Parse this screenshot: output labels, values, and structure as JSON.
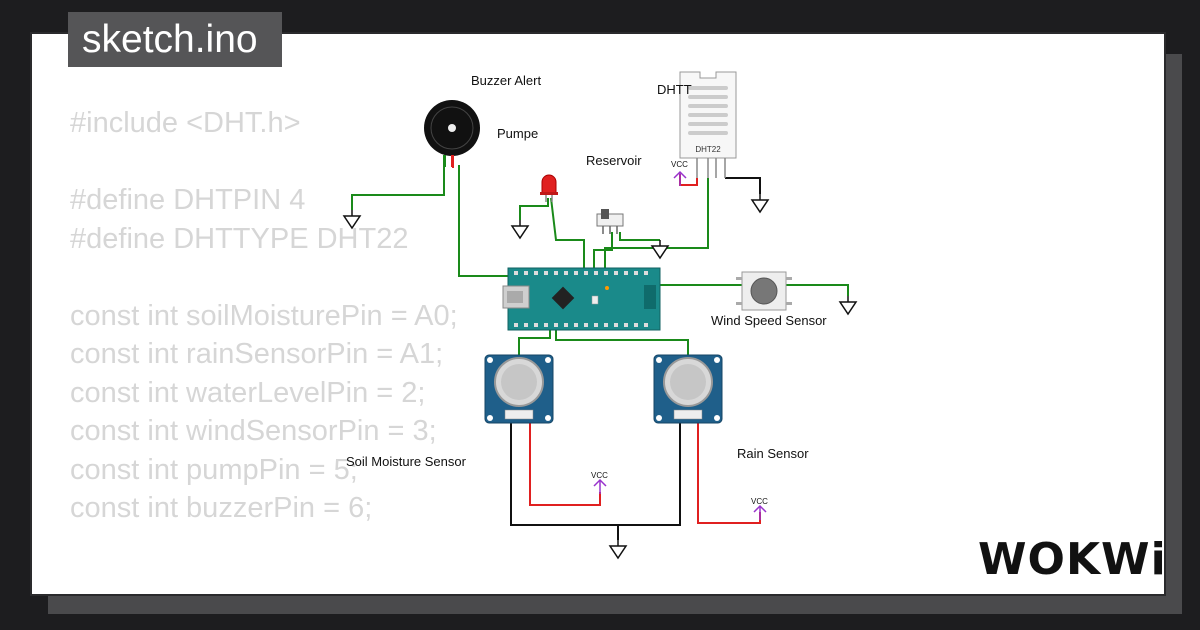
{
  "title": "sketch.ino",
  "code_lines": [
    "#include <DHT.h>",
    "",
    "#define DHTPIN 4",
    "#define DHTTYPE DHT22",
    "",
    "const int soilMoisturePin = A0;",
    "const int rainSensorPin = A1;",
    "const int waterLevelPin = 2;",
    "const int windSensorPin = 3;",
    "const int pumpPin = 5;",
    "const int buzzerPin = 6;"
  ],
  "labels": {
    "buzzer": "Buzzer Alert",
    "pump": "Pumpe",
    "dht": "DHTT",
    "reservoir": "Reservoir",
    "wind": "Wind Speed Sensor",
    "soil": "Soil Moisture Sensor",
    "rain": "Rain Sensor"
  },
  "dht_chip": "DHT22",
  "vcc": "VCC",
  "logo": "WOKWi",
  "colors": {
    "wire_green": "#1a8a1a",
    "wire_red": "#e02020",
    "wire_black": "#111111",
    "vcc_purple": "#9933cc",
    "board": "#1a8a8a"
  }
}
